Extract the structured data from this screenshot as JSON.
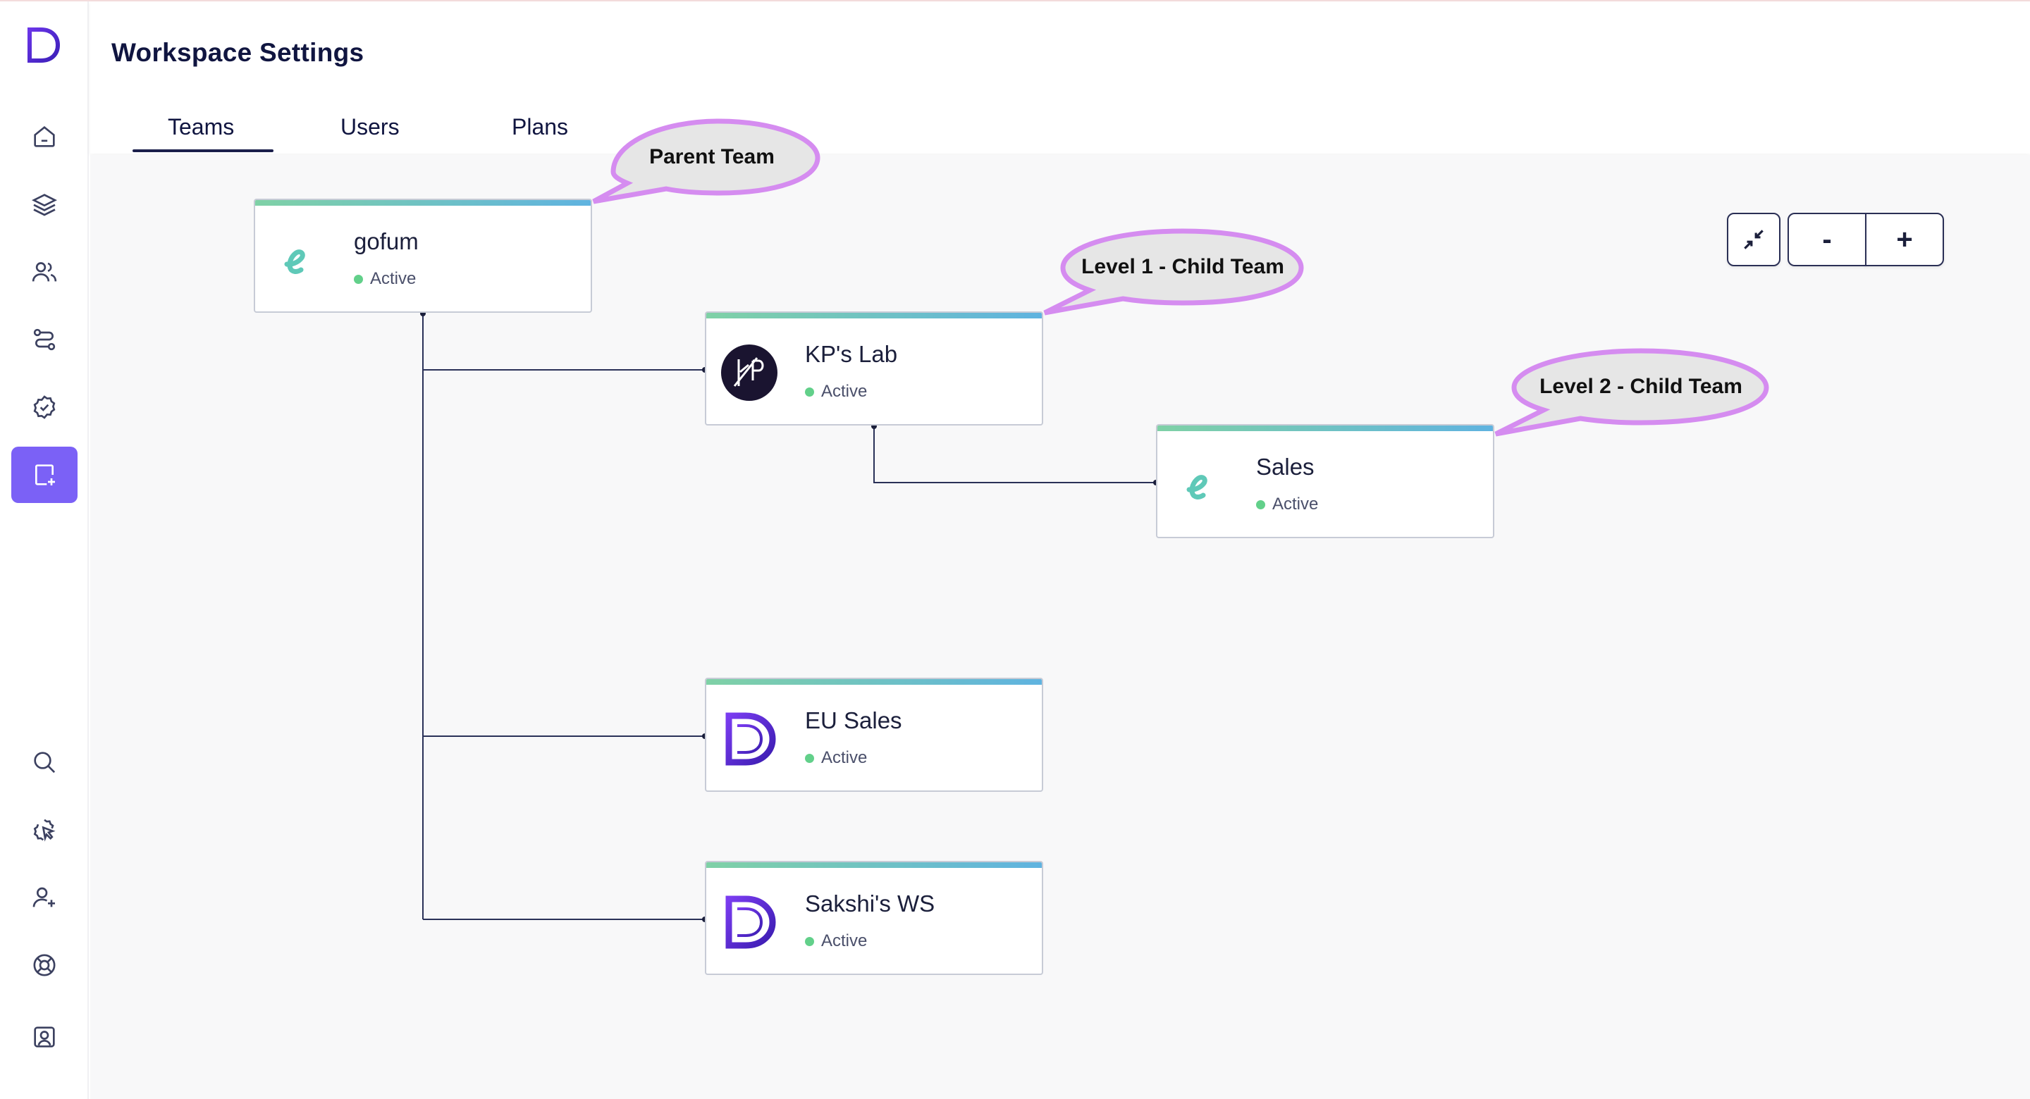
{
  "app": {
    "title": "Workspace Settings"
  },
  "tabs": [
    {
      "label": "Teams",
      "active": true
    },
    {
      "label": "Users",
      "active": false
    },
    {
      "label": "Plans",
      "active": false
    }
  ],
  "sidebar": {
    "top_items": [
      {
        "icon": "home-icon"
      },
      {
        "icon": "layers-icon"
      },
      {
        "icon": "users-icon"
      },
      {
        "icon": "route-icon"
      },
      {
        "icon": "badge-check-icon"
      },
      {
        "icon": "add-document-icon",
        "active": true
      }
    ],
    "bottom_items": [
      {
        "icon": "search-icon"
      },
      {
        "icon": "click-icon"
      },
      {
        "icon": "add-user-icon"
      },
      {
        "icon": "lifebuoy-icon"
      },
      {
        "icon": "profile-icon"
      }
    ]
  },
  "teams": [
    {
      "name": "gofum",
      "status": "Active",
      "avatar": "gofum-logo"
    },
    {
      "name": "KP's Lab",
      "status": "Active",
      "avatar": "kp-logo"
    },
    {
      "name": "Sales",
      "status": "Active",
      "avatar": "gofum-logo"
    },
    {
      "name": "EU Sales",
      "status": "Active",
      "avatar": "d-logo"
    },
    {
      "name": "Sakshi's WS",
      "status": "Active",
      "avatar": "d-logo"
    }
  ],
  "callouts": {
    "parent": "Parent Team",
    "level1": "Level 1 - Child Team",
    "level2": "Level 2 - Child Team"
  },
  "zoom": {
    "fit_icon": "collapse-icon",
    "minus": "-",
    "plus": "+"
  },
  "colors": {
    "accent": "#7b61f6",
    "active_dot": "#62d08a",
    "callout_stroke": "#d58cf0",
    "callout_fill": "#e6e6e6"
  }
}
